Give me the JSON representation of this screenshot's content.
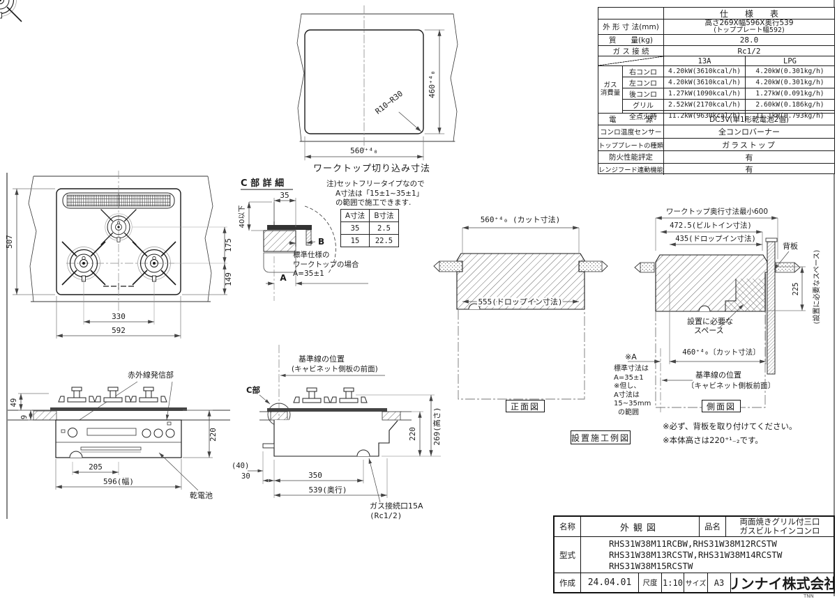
{
  "meta": {
    "corner_mark": "TNN"
  },
  "spec": {
    "title": "仕　　様　　表",
    "outer_label": "外 形 寸 法(mm)",
    "outer_value1": "高さ269X幅596X奥行539",
    "outer_value2": "(トッププレート幅592)",
    "weight_label": "質　　量(kg)",
    "weight_value": "28.0",
    "gasconn_label": "ガ ス 接 続",
    "gasconn_value": "Rc1/2",
    "consumption_label1": "ガス",
    "consumption_label2": "消費量",
    "col_13a": "13A",
    "col_lpg": "LPG",
    "burners": [
      {
        "name": "右コンロ",
        "a": "4.20kW(3610kcal/h)",
        "b": "4.20kW(0.301kg/h)"
      },
      {
        "name": "左コンロ",
        "a": "4.20kW(3610kcal/h)",
        "b": "4.20kW(0.301kg/h)"
      },
      {
        "name": "後コンロ",
        "a": "1.27kW(1090kcal/h)",
        "b": "1.27kW(0.091kg/h)"
      },
      {
        "name": "グリル",
        "a": "2.52kW(2170kcal/h)",
        "b": "2.60kW(0.186kg/h)"
      },
      {
        "name": "全点火時",
        "a": "11.2kW(9630kcal/h)",
        "b": "11.1kW(0.793kg/h)"
      }
    ],
    "power_label": "電　　　　源",
    "power_value": "DC3V(単1形乾電池2個)",
    "sensor_label": "コンロ温度センサー",
    "sensor_value": "全コンロバーナー",
    "plate_label": "トッププレートの種類",
    "plate_value": "ガラストップ",
    "fire_label": "防火性能評定",
    "fire_value": "有",
    "hood_label": "レンジフード連動機能",
    "hood_value": "有"
  },
  "cutout": {
    "caption": "ワークトップ切り込み寸法",
    "w": "560⁺⁴₀",
    "h": "460⁺⁴₀",
    "r": "R10~R30"
  },
  "top_view": {
    "d507": "507",
    "d175": "175",
    "d149": "149",
    "d330": "330",
    "d592": "592"
  },
  "c_detail": {
    "title": "C 部 詳 細",
    "d35": "35",
    "d40": "40以下",
    "a": "A",
    "b": "B",
    "note1": "注)セットフリータイプなので",
    "note2": "A寸法は「15±1~35±1」",
    "note3": "の範囲で施工できます.",
    "tbl_a": "A寸法",
    "tbl_b": "B寸法",
    "r1a": "35",
    "r1b": "2.5",
    "r2a": "15",
    "r2b": "22.5",
    "std1": "標準仕様の",
    "std2": "ワークトップの場合",
    "std3": "A=35±1"
  },
  "front_view": {
    "ir": "赤外線発信部",
    "battery": "乾電池",
    "d49": "49",
    "d9": "9",
    "d220": "220",
    "d205": "205",
    "d596": "596(幅)"
  },
  "side_view": {
    "base1": "基準線の位置",
    "base2": "(キャビネット側板の前面)",
    "c": "C部",
    "gas1": "ガス接続口15A",
    "gas2": "(Rc1/2)",
    "d40": "(40)",
    "d30": "30",
    "d350": "350",
    "d539": "539(奥行)",
    "d220": "220",
    "d269": "269(高さ)"
  },
  "front_install": {
    "caption": "正面図",
    "cut": "560⁺⁴₀ (カット寸法)",
    "dropin": "555(ドロップイン寸法)"
  },
  "side_install": {
    "caption": "側面図",
    "min600": "ワークトップ奥行寸法最小600",
    "builtin": "472.5(ビルトイン寸法)",
    "dropin": "435(ドロップイン寸法)",
    "backplate": "背板",
    "d225": "225",
    "space_v": "(設置に必要なスペース)",
    "space1": "設置に必要な",
    "space2": "スペース",
    "amark": "※A",
    "cut": "460⁺⁴₀〔カット寸法〕",
    "base1": "基準線の位置",
    "base2": "〔キャビネット側板前面〕",
    "std1": "標準寸法は",
    "std2": "A=35±1",
    "std3": "※但し、",
    "std4": "A寸法は",
    "std5": "15~35mm",
    "std6": "の範囲",
    "note1": "※必ず、背板を取り付けてください。",
    "note2": "※本体高さは220⁺¹₋₂です。",
    "example_label": "設置施工例図"
  },
  "title_block": {
    "name_label": "名称",
    "name_value": "外観図",
    "product_label": "品名",
    "product1": "両面焼きグリル付三口",
    "product2": "ガスビルトインコンロ",
    "model_label": "型式",
    "model1": "RHS31W38M11RCBW,RHS31W38M12RCSTW",
    "model2": "RHS31W38M13RCSTW,RHS31W38M14RCSTW",
    "model3": "RHS31W38M15RCSTW",
    "date_label": "作成",
    "date_value": "24.04.01",
    "scale_label": "尺度",
    "scale_value": "1:10",
    "size_label": "サイズ",
    "size_value": "A3",
    "company": "リンナイ株式会社"
  }
}
